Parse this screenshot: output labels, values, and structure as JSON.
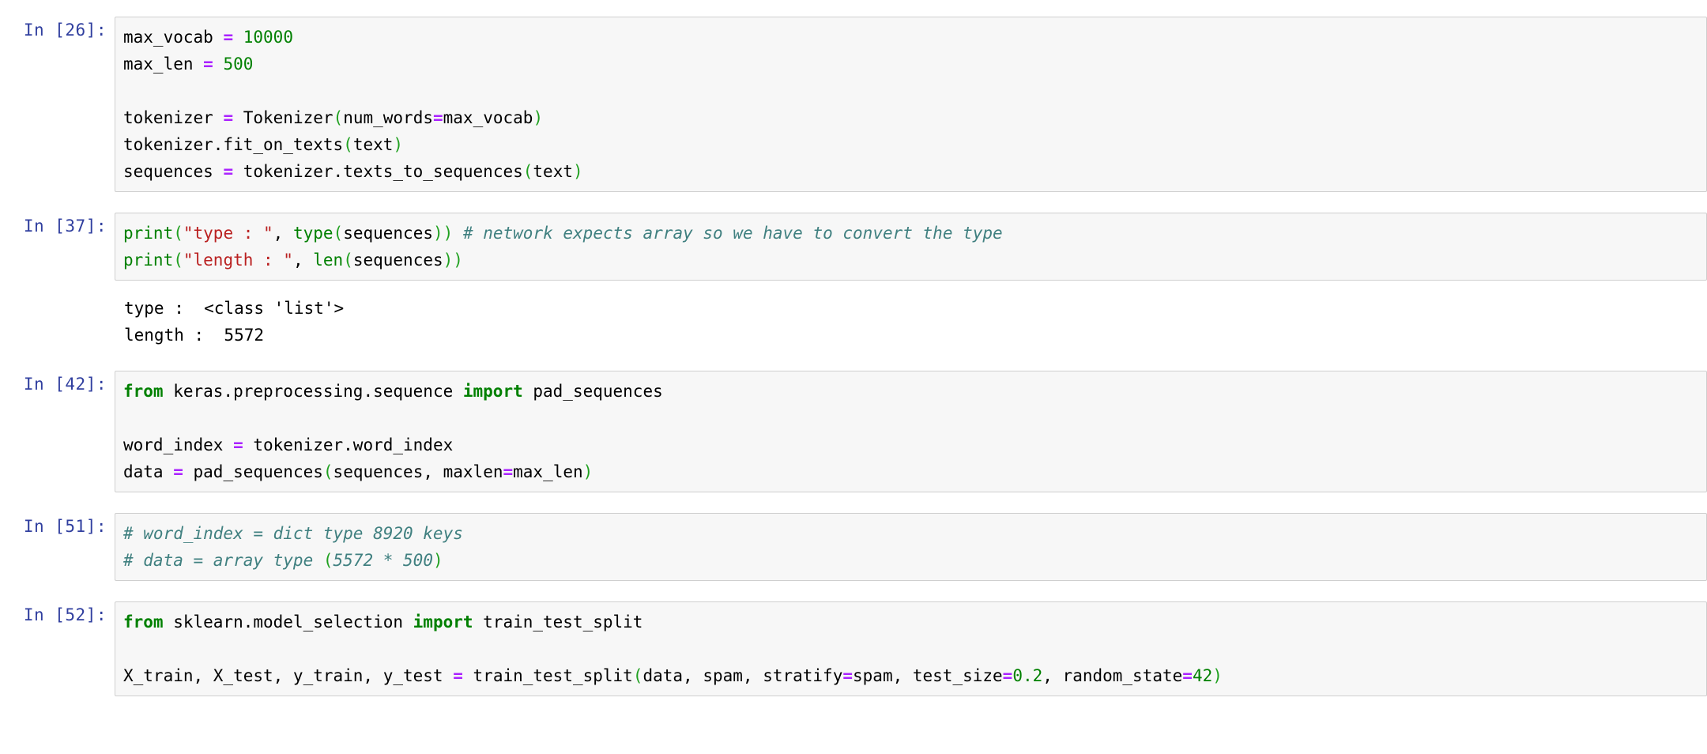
{
  "notebook": {
    "kernel_language": "python",
    "theme": {
      "page_background": "#ffffff",
      "cell_background": "#f7f7f7",
      "cell_border": "#cfcfcf",
      "prompt_color": "#303F9F",
      "keyword_color": "#008000",
      "string_color": "#BA2121",
      "number_color": "#008000",
      "operator_color": "#AA22FF",
      "comment_color": "#408080",
      "paren_color": "#21A121"
    },
    "cells": [
      {
        "prompt": "In [26]:",
        "type": "code",
        "lines": [
          [
            {
              "t": "max_vocab ",
              "c": "pln"
            },
            {
              "t": "=",
              "c": "op"
            },
            {
              "t": " ",
              "c": "pln"
            },
            {
              "t": "10000",
              "c": "num"
            }
          ],
          [
            {
              "t": "max_len ",
              "c": "pln"
            },
            {
              "t": "=",
              "c": "op"
            },
            {
              "t": " ",
              "c": "pln"
            },
            {
              "t": "500",
              "c": "num"
            }
          ],
          [],
          [
            {
              "t": "tokenizer ",
              "c": "pln"
            },
            {
              "t": "=",
              "c": "op"
            },
            {
              "t": " Tokenizer",
              "c": "pln"
            },
            {
              "t": "(",
              "c": "par"
            },
            {
              "t": "num_words",
              "c": "pln"
            },
            {
              "t": "=",
              "c": "op"
            },
            {
              "t": "max_vocab",
              "c": "pln"
            },
            {
              "t": ")",
              "c": "par"
            }
          ],
          [
            {
              "t": "tokenizer.fit_on_texts",
              "c": "pln"
            },
            {
              "t": "(",
              "c": "par"
            },
            {
              "t": "text",
              "c": "pln"
            },
            {
              "t": ")",
              "c": "par"
            }
          ],
          [
            {
              "t": "sequences ",
              "c": "pln"
            },
            {
              "t": "=",
              "c": "op"
            },
            {
              "t": " tokenizer.texts_to_sequences",
              "c": "pln"
            },
            {
              "t": "(",
              "c": "par"
            },
            {
              "t": "text",
              "c": "pln"
            },
            {
              "t": ")",
              "c": "par"
            }
          ]
        ],
        "output": null
      },
      {
        "prompt": "In [37]:",
        "type": "code",
        "lines": [
          [
            {
              "t": "print",
              "c": "bi"
            },
            {
              "t": "(",
              "c": "par"
            },
            {
              "t": "\"type : \"",
              "c": "str"
            },
            {
              "t": ", ",
              "c": "pln"
            },
            {
              "t": "type",
              "c": "bi"
            },
            {
              "t": "(",
              "c": "par"
            },
            {
              "t": "sequences",
              "c": "pln"
            },
            {
              "t": "))",
              "c": "par"
            },
            {
              "t": " ",
              "c": "pln"
            },
            {
              "t": "# network expects array so we have to convert the type",
              "c": "com"
            }
          ],
          [
            {
              "t": "print",
              "c": "bi"
            },
            {
              "t": "(",
              "c": "par"
            },
            {
              "t": "\"length : \"",
              "c": "str"
            },
            {
              "t": ", ",
              "c": "pln"
            },
            {
              "t": "len",
              "c": "bi"
            },
            {
              "t": "(",
              "c": "par"
            },
            {
              "t": "sequences",
              "c": "pln"
            },
            {
              "t": "))",
              "c": "par"
            }
          ]
        ],
        "output": [
          "type :  <class 'list'>",
          "length :  5572"
        ]
      },
      {
        "prompt": "In [42]:",
        "type": "code",
        "lines": [
          [
            {
              "t": "from",
              "c": "kw"
            },
            {
              "t": " keras.preprocessing.sequence ",
              "c": "pln"
            },
            {
              "t": "import",
              "c": "kw"
            },
            {
              "t": " pad_sequences",
              "c": "pln"
            }
          ],
          [],
          [
            {
              "t": "word_index ",
              "c": "pln"
            },
            {
              "t": "=",
              "c": "op"
            },
            {
              "t": " tokenizer.word_index",
              "c": "pln"
            }
          ],
          [
            {
              "t": "data ",
              "c": "pln"
            },
            {
              "t": "=",
              "c": "op"
            },
            {
              "t": " pad_sequences",
              "c": "pln"
            },
            {
              "t": "(",
              "c": "par"
            },
            {
              "t": "sequences, maxlen",
              "c": "pln"
            },
            {
              "t": "=",
              "c": "op"
            },
            {
              "t": "max_len",
              "c": "pln"
            },
            {
              "t": ")",
              "c": "par"
            }
          ]
        ],
        "output": null
      },
      {
        "prompt": "In [51]:",
        "type": "code",
        "lines": [
          [
            {
              "t": "# word_index = dict type 8920 keys",
              "c": "com"
            }
          ],
          [
            {
              "t": "# data = array type ",
              "c": "com"
            },
            {
              "t": "(",
              "c": "par"
            },
            {
              "t": "5572 * 500",
              "c": "com"
            },
            {
              "t": ")",
              "c": "par"
            }
          ]
        ],
        "output": null
      },
      {
        "prompt": "In [52]:",
        "type": "code",
        "lines": [
          [
            {
              "t": "from",
              "c": "kw"
            },
            {
              "t": " sklearn.model_selection ",
              "c": "pln"
            },
            {
              "t": "import",
              "c": "kw"
            },
            {
              "t": " train_test_split",
              "c": "pln"
            }
          ],
          [],
          [
            {
              "t": "X_train, X_test, y_train, y_test ",
              "c": "pln"
            },
            {
              "t": "=",
              "c": "op"
            },
            {
              "t": " train_test_split",
              "c": "pln"
            },
            {
              "t": "(",
              "c": "par"
            },
            {
              "t": "data, spam, stratify",
              "c": "pln"
            },
            {
              "t": "=",
              "c": "op"
            },
            {
              "t": "spam, test_size",
              "c": "pln"
            },
            {
              "t": "=",
              "c": "op"
            },
            {
              "t": "0.2",
              "c": "num"
            },
            {
              "t": ", random_state",
              "c": "pln"
            },
            {
              "t": "=",
              "c": "op"
            },
            {
              "t": "42",
              "c": "num"
            },
            {
              "t": ")",
              "c": "par"
            }
          ]
        ],
        "output": null
      }
    ]
  }
}
